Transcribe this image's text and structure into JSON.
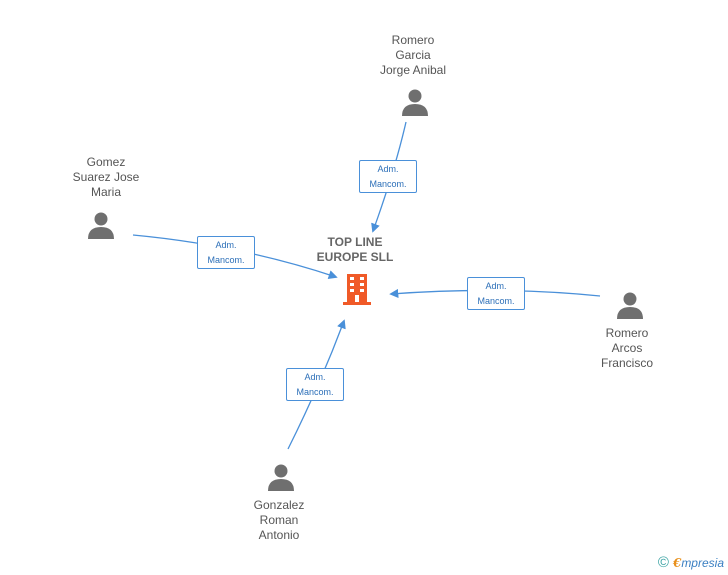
{
  "company": {
    "name_lines": [
      "TOP LINE",
      "EUROPE SLL"
    ],
    "icon": "building-icon",
    "color": "#f05a28"
  },
  "people": [
    {
      "id": "romero-garcia",
      "name_lines": [
        "Romero",
        "Garcia",
        "Jorge Anibal"
      ],
      "icon": "person-icon"
    },
    {
      "id": "gomez-suarez",
      "name_lines": [
        "Gomez",
        "Suarez Jose",
        "Maria"
      ],
      "icon": "person-icon"
    },
    {
      "id": "romero-arcos",
      "name_lines": [
        "Romero",
        "Arcos",
        "Francisco"
      ],
      "icon": "person-icon"
    },
    {
      "id": "gonzalez-roman",
      "name_lines": [
        "Gonzalez",
        "Roman",
        "Antonio"
      ],
      "icon": "person-icon"
    }
  ],
  "relations": [
    {
      "from": "romero-garcia",
      "label_lines": [
        "Adm.",
        "Mancom."
      ]
    },
    {
      "from": "gomez-suarez",
      "label_lines": [
        "Adm.",
        "Mancom."
      ]
    },
    {
      "from": "romero-arcos",
      "label_lines": [
        "Adm.",
        "Mancom."
      ]
    },
    {
      "from": "gonzalez-roman",
      "label_lines": [
        "Adm.",
        "Mancom."
      ]
    }
  ],
  "colors": {
    "edge": "#4a90d9",
    "person": "#6f6f6f"
  },
  "watermark": {
    "copyright": "©",
    "brand_initial": "€",
    "brand_rest": "mpresia"
  }
}
